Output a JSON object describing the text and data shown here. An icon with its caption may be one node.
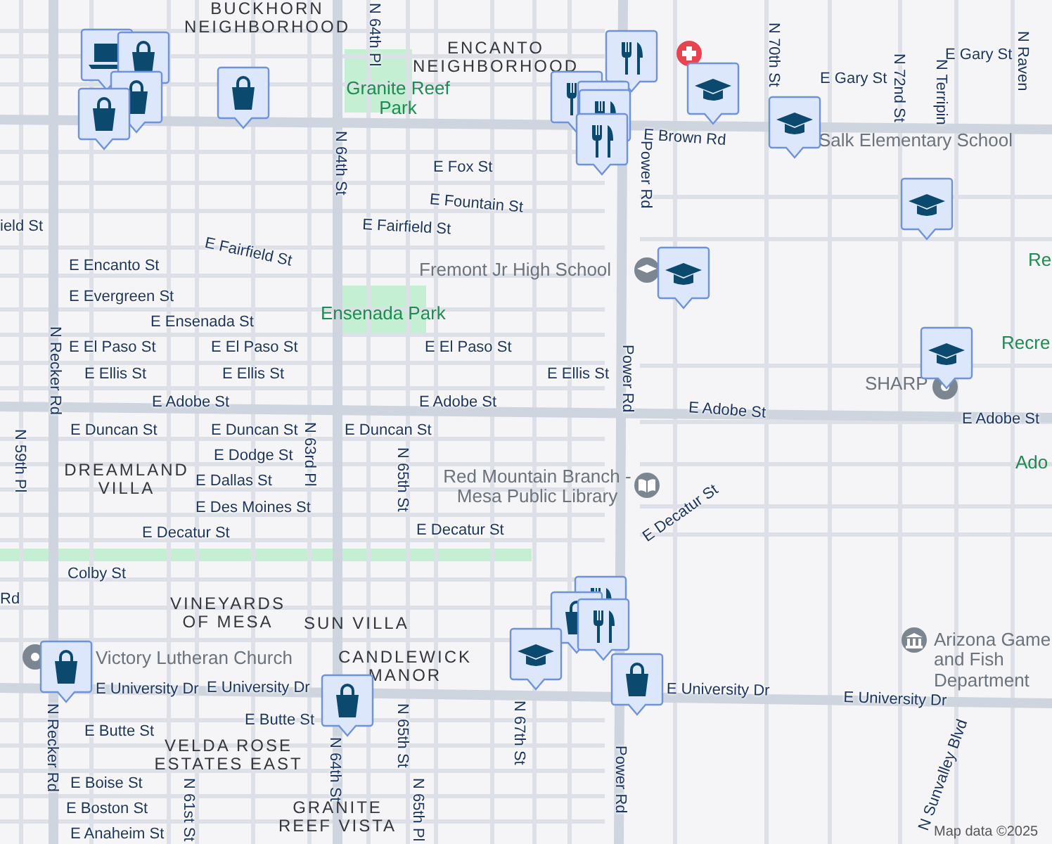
{
  "diagram": {
    "labels": [
      "BUCKHORN NEIGHBORHOOD",
      "N 64th Pl",
      "ENCANTO NEIGHBORHOOD",
      "Granite Reef Park",
      "E Gary St",
      "E Gary St",
      "N 70th St",
      "N 72nd St",
      "N Terripin",
      "N Raven",
      "N 64th St",
      "E Brown Rd",
      "Power Rd",
      "Salk Elementary School",
      "E Fox St",
      "E Fountain St",
      "E Fairfield St",
      "E Fairfield St",
      "ield St",
      "E Encanto St",
      "Fremont Jr High School",
      "E Evergreen St",
      "Ensenada Park",
      "E Ensenada St",
      "E El Paso St",
      "E El Paso St",
      "E El Paso St",
      "E Ellis St",
      "E Ellis St",
      "E Ellis St",
      "N Recker Rd",
      "Power Rd",
      "E Adobe St",
      "E Adobe St",
      "E Adobe St",
      "E Adobe St",
      "SHARP",
      "Re",
      "Recre",
      "Ado",
      "N 59th Pl",
      "E Duncan St",
      "E Duncan St",
      "E Duncan St",
      "N 63rd Pl",
      "E Dodge St",
      "DREAMLAND VILLA",
      "E Dallas St",
      "E Des Moines St",
      "N 65th St",
      "Red Mountain Branch - Mesa Public Library",
      "E Decatur St",
      "E Decatur St",
      "E Decatur St",
      "Colby St",
      "Rd",
      "VINEYARDS OF MESA",
      "SUN VILLA",
      "Victory Lutheran Church",
      "CANDLEWICK MANOR",
      "E University Dr",
      "E University Dr",
      "E University Dr",
      "E University Dr",
      "N 67th St",
      "E Butte St",
      "E Butte St",
      "N 64th St",
      "N 65th St",
      "VELDA ROSE ESTATES EAST",
      "N Recker Rd",
      "E Boise St",
      "N 61st St",
      "E Boston St",
      "GRANITE REEF VISTA",
      "N 65th Pl",
      "E Anaheim St",
      "Power Rd",
      "N Sunvalley Blvd",
      "Arizona Game and Fish Department",
      "Map data ©2025"
    ]
  }
}
